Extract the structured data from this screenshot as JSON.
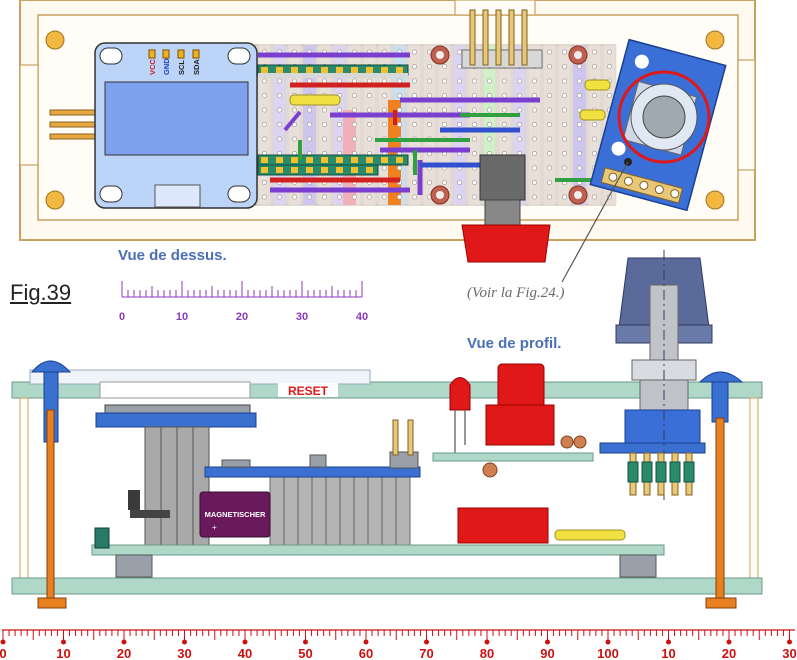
{
  "figure_label": "Fig.39",
  "top_view_caption": "Vue de dessus.",
  "side_view_caption": "Vue de profil.",
  "reference_note": "(Voir la Fig.24.)",
  "oled_pins": [
    "VCC",
    "GND",
    "SCL",
    "SDA"
  ],
  "reset_label": "RESET",
  "module_label": "MAGNETISCHER",
  "module_sign": "+",
  "small_ruler": {
    "labels": [
      "0",
      "10",
      "20",
      "30",
      "40"
    ],
    "color": "#8b3ab8"
  },
  "bottom_ruler": {
    "labels": [
      "0",
      "10",
      "20",
      "30",
      "40",
      "50",
      "60",
      "70",
      "80",
      "90",
      "100",
      "10",
      "20",
      "30"
    ],
    "color": "#cc1111"
  },
  "colors": {
    "board_outline": "#c8a060",
    "box_fill": "#fffaf0",
    "stripboard": "#e8e0d8",
    "oled_blue": "#7ea1ee",
    "encoder_blue": "#3a6fd8",
    "red_part": "#e01818",
    "caption_blue": "#4a6fb8",
    "gray_part": "#a9a9a9",
    "green_panel": "#b0d8c8"
  }
}
